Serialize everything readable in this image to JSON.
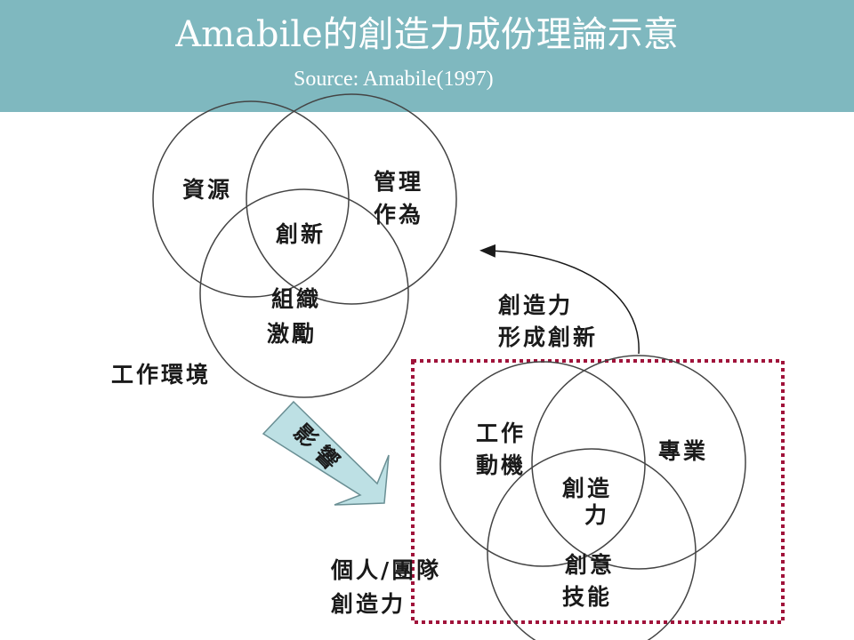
{
  "header": {
    "title": "Amabile的創造力成份理論示意",
    "subtitle": "Source: Amabile(1997)"
  },
  "work_environment": {
    "resources": "資源",
    "management_line1": "管理",
    "management_line2": "作為",
    "innovation": "創新",
    "motivation_line1": "組織",
    "motivation_line2": "激勵",
    "caption": "工作環境"
  },
  "influence_arrow": {
    "label_char1": "影",
    "label_char2": "響"
  },
  "feedback": {
    "line1": "創造力",
    "line2": "形成創新"
  },
  "individual": {
    "task_motivation_line1": "工作",
    "task_motivation_line2": "動機",
    "expertise": "專業",
    "creativity_line1": "創造",
    "creativity_line2": "力",
    "skills_line1": "創意",
    "skills_line2": "技能",
    "caption_line1": "個人/團隊",
    "caption_line2": "創造力"
  },
  "colors": {
    "header_bg": "#7fb8bf",
    "arrow_fill": "#bde0e4",
    "dashed_box": "#a0123a"
  }
}
